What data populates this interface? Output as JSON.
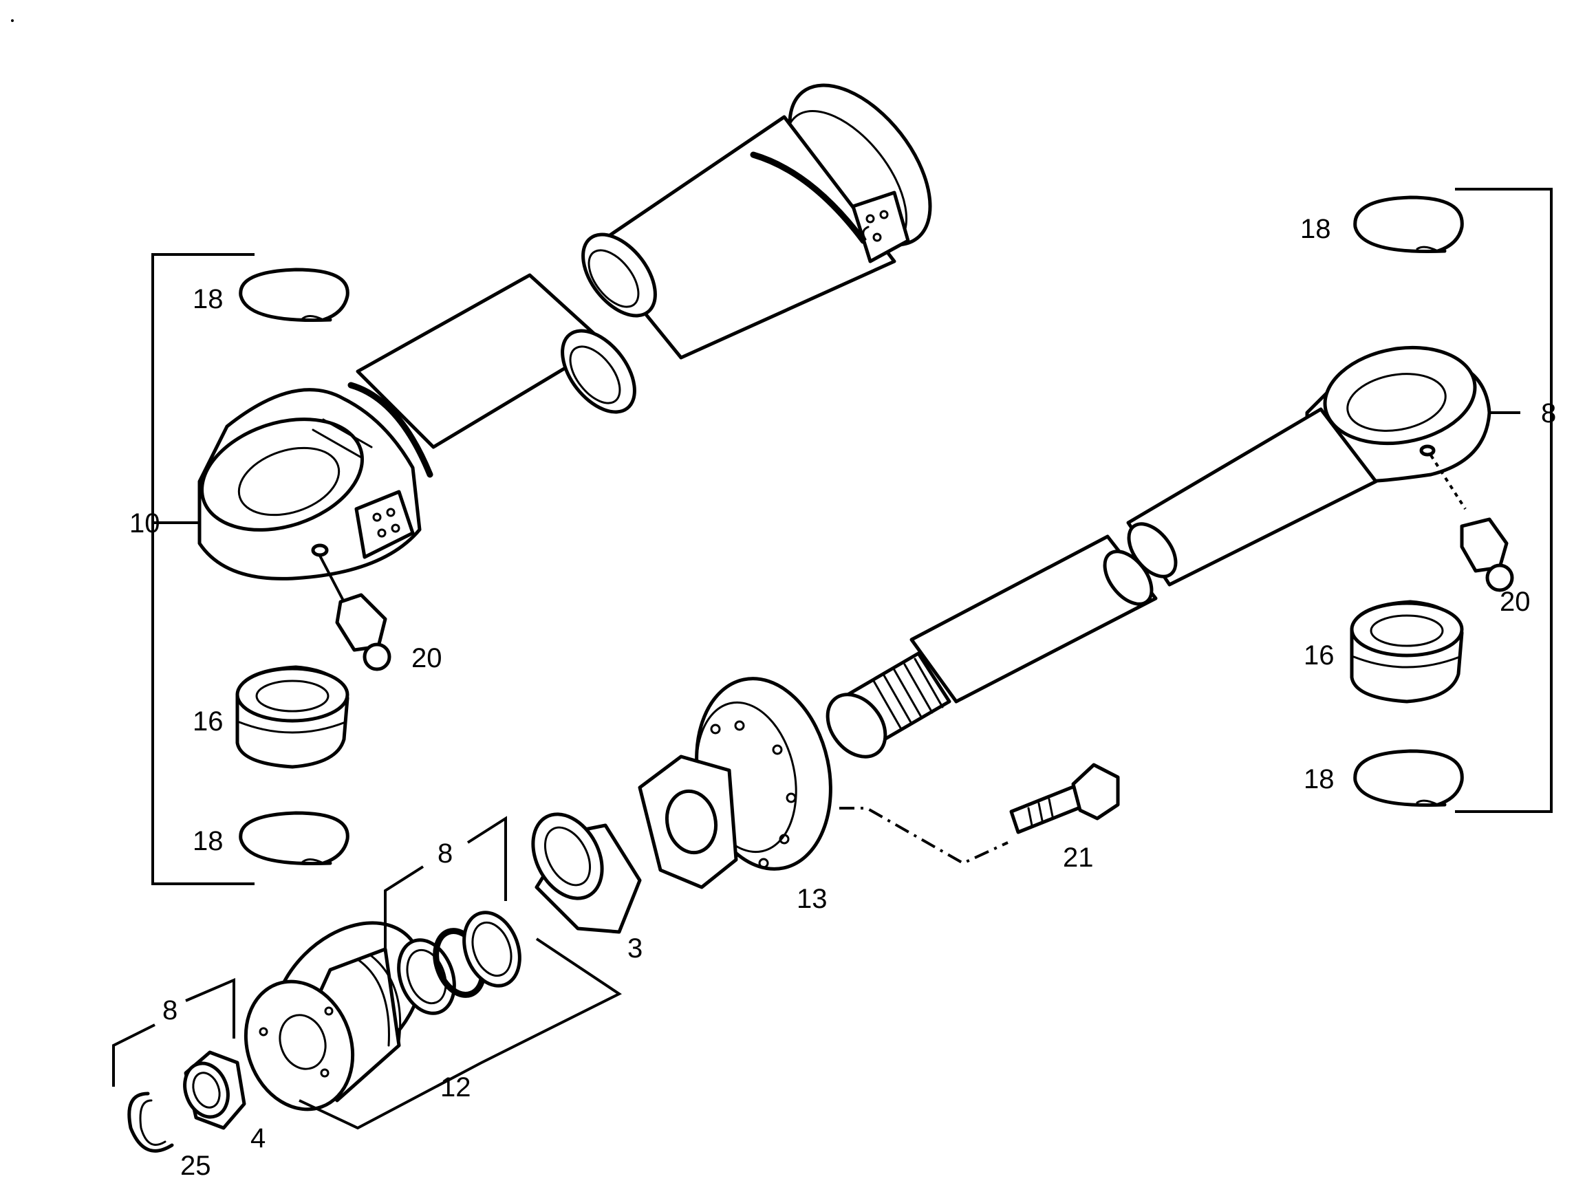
{
  "callouts": {
    "c18_left_top": "18",
    "c10": "10",
    "c20_left": "20",
    "c16_left": "16",
    "c18_left_bottom": "18",
    "c18_right_top": "18",
    "c8_right": "8",
    "c20_right": "20",
    "c16_right": "16",
    "c18_right_bottom": "18",
    "c21": "21",
    "c13": "13",
    "c3": "3",
    "c8_piston": "8",
    "c12": "12",
    "c8_nut": "8",
    "c4": "4",
    "c25": "25"
  }
}
